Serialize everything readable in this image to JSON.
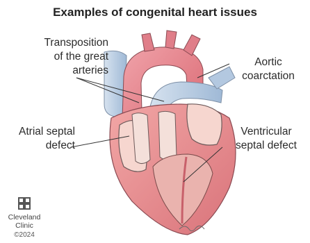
{
  "title": "Examples of congenital heart issues",
  "labels": {
    "tga": [
      "Transposition",
      "of the great",
      "arteries"
    ],
    "coarctation": [
      "Aortic",
      "coarctation"
    ],
    "asd": [
      "Atrial septal",
      "defect"
    ],
    "vsd": [
      "Ventricular",
      "septal defect"
    ]
  },
  "logo": {
    "name_line1": "Cleveland",
    "name_line2": "Clinic",
    "copyright": "©2024"
  },
  "colors": {
    "aorta": "#e27b86",
    "myocardium": "#e98a8f",
    "chamber": "#f3c8c2",
    "vein_blue": "#b9cde3",
    "outline": "#7a5a5a"
  }
}
